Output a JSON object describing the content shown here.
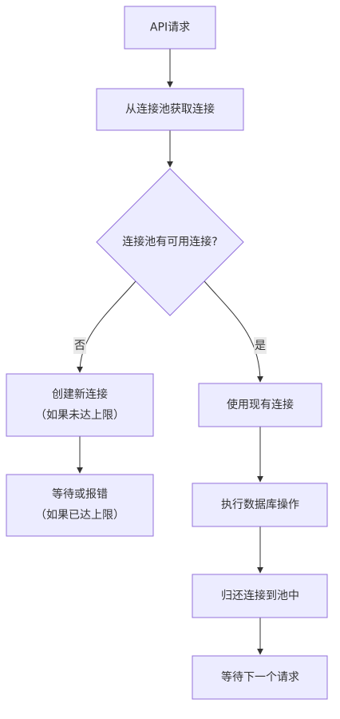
{
  "diagram": {
    "nodes": {
      "api_request": {
        "label": "API请求"
      },
      "get_conn": {
        "label": "从连接池获取连接"
      },
      "decision": {
        "label": "连接池有可用连接?"
      },
      "create_conn": {
        "line1": "创建新连接",
        "line2": "（如果未达上限）"
      },
      "wait_error": {
        "line1": "等待或报错",
        "line2": "（如果已达上限）"
      },
      "use_existing": {
        "label": "使用现有连接"
      },
      "execute_op": {
        "label": "执行数据库操作"
      },
      "return_conn": {
        "label": "归还连接到池中"
      },
      "wait_next": {
        "label": "等待下一个请求"
      }
    },
    "edges": {
      "no_label": "否",
      "yes_label": "是"
    }
  }
}
